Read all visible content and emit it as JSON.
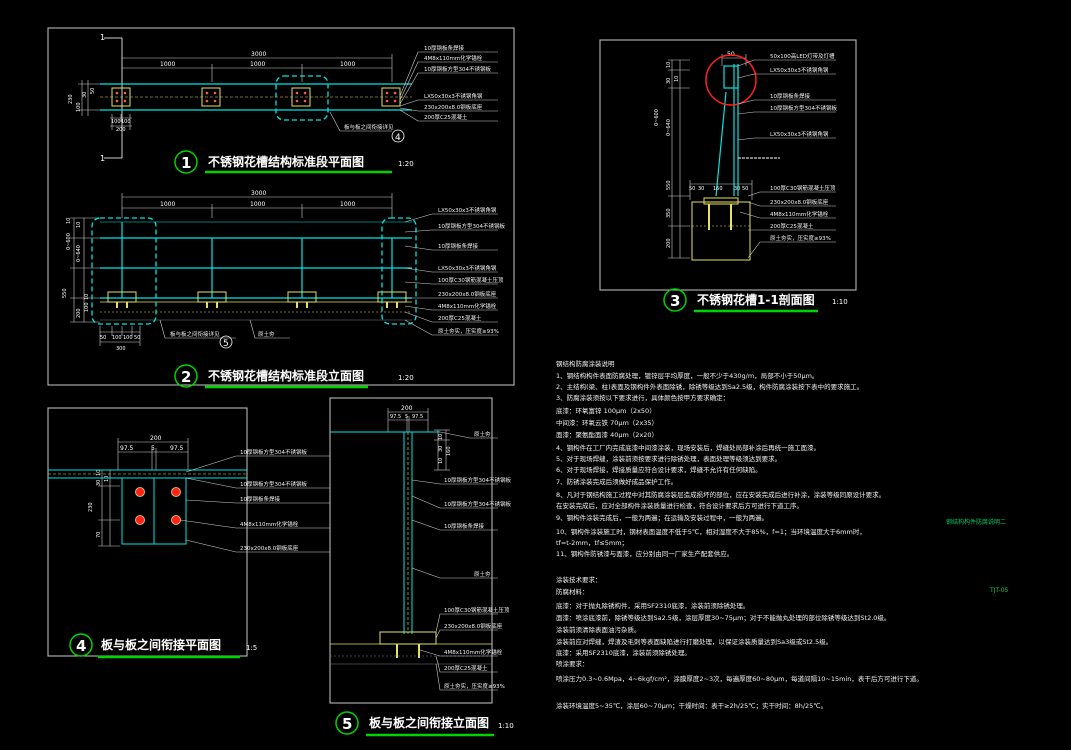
{
  "colors": {
    "background": "#000000",
    "frame": "#c8c8c8",
    "structure": "#00e5e5",
    "annotation": "#ffffff",
    "leader_text": "#f2f2f2",
    "title_bar": "#00d400",
    "highlight": "#ff2020",
    "base_plate": "#e8e060",
    "anchor": "#ff6030",
    "dimension": "#d0d0d0",
    "tag": "#00cc66"
  },
  "drawing1": {
    "number": "1",
    "title": "不锈钢花槽结构标准段平面图",
    "scale": "1:20",
    "section_mark": "1",
    "dims_top": [
      "3000",
      "1000",
      "1000",
      "1000"
    ],
    "dims_left": [
      "230",
      "100",
      "30",
      "50"
    ],
    "dims_bottom": [
      "100",
      "100",
      "200"
    ],
    "callouts": [
      "10厚钢板条焊接",
      "4M8x110mm化学锚栓",
      "10厚钢板方型304不锈钢板",
      "LX50x30x3不锈钢角钢",
      "230x200x8.0钢板底座",
      "200厚C25混凝土"
    ],
    "note": "板与板之间衔接详见",
    "detail_ref": "4"
  },
  "drawing2": {
    "number": "2",
    "title": "不锈钢花槽结构标准段立面图",
    "scale": "1:20",
    "dims_top": [
      "3000",
      "1000",
      "1000",
      "1000"
    ],
    "dims_left": [
      "0~600",
      "10",
      "0~640",
      "10",
      "550",
      "200",
      "100",
      "10"
    ],
    "dims_bottom": [
      "50",
      "100",
      "100",
      "50",
      "300"
    ],
    "callouts": [
      "LX50x30x3不锈钢角钢",
      "10厚钢板方型304不锈钢板",
      "10厚钢板条焊接",
      "LX50x30x3不锈钢角钢",
      "100厚C30钢筋混凝土压顶",
      "230x200x8.0钢板底座",
      "4M8x110mm化学锚栓",
      "200厚C25混凝土",
      "原土夯实，压实度≥93%"
    ],
    "note": "板与板之间衔接详见",
    "detail_ref": "5",
    "ground": "原土夯"
  },
  "drawing3": {
    "number": "3",
    "title": "不锈钢花槽1-1剖面图",
    "scale": "1:10",
    "dims_top": [
      "50"
    ],
    "dims_left": [
      "30",
      "10",
      "0~600",
      "0~640",
      "10",
      "550",
      "350",
      "200"
    ],
    "dims_bottom": [
      "50",
      "30",
      "160",
      "30",
      "50"
    ],
    "callouts": [
      "50x100高LED灯带及灯槽",
      "LX50x30x3不锈钢角钢",
      "10厚钢板条焊接",
      "10厚钢板方型304不锈钢板",
      "LX50x30x3不锈钢角钢",
      "100厚C30钢筋混凝土压顶",
      "230x200x8.0钢板底座",
      "4M8x110mm化学锚栓",
      "200厚C25混凝土",
      "原土夯实，压实度≥93%"
    ]
  },
  "drawing4": {
    "number": "4",
    "title": "板与板之间衔接平面图",
    "scale": "1:5",
    "dims_top": [
      "200",
      "97.5",
      "5",
      "97.5"
    ],
    "dims_left": [
      "10",
      "30",
      "10",
      "230",
      "70"
    ],
    "callouts": [
      "10厚钢板方型304不锈钢板",
      "10厚钢板方型304不锈钢板",
      "10厚钢板条焊接",
      "4M8x110mm化学锚栓",
      "230x200x8.0钢板底座"
    ]
  },
  "drawing5": {
    "number": "5",
    "title": "板与板之间衔接立面图",
    "scale": "1:10",
    "dims_top": [
      "200",
      "97.5",
      "5",
      "97.5"
    ],
    "dims_right": [
      "10",
      "30",
      "10",
      "160"
    ],
    "callouts": [
      "原土夯",
      "10厚钢板方型304不锈钢板",
      "10厚钢板方型304不锈钢板",
      "10厚钢板条焊接",
      "原土夯",
      "100厚C30钢筋混凝土压顶",
      "230x200x8.0钢板底座",
      "4M8x110mm化学锚栓",
      "200厚C25混凝土",
      "原土夯实，压实度≥93%"
    ]
  },
  "notes": {
    "heading": "钢结构防腐涂装说明",
    "lines": [
      "1、钢结构构件表面防腐处理，镀锌层平均厚度，一般不少于430g/m，局部不小于50μm。",
      "2、主结构(梁、柱)表面及钢构件外表面除锈，除锈等级达到Sa2.5级，构件防腐涂装按下表中的要求施工。",
      "3、防腐涂装须按以下要求进行，具体颜色按甲方要求确定：",
      "   底漆：环氧富锌         100μm（2x50）",
      "   中间漆：环氧云铁        70μm（2x35）",
      "   面漆：聚氨酯面漆        40μm（2x20）",
      "4、钢构件在工厂内完成底漆中间漆涂装，现场安装后，焊缝处局部补涂后再统一施工面漆。",
      "5、对于现场焊缝，涂装前须按要求进行除锈处理，表面处理等级须达到要求。",
      "6、对于现场焊接，焊接质量应符合设计要求，焊缝不允许有任何缺陷。",
      "7、防锈涂装完成后须做好成品保护工作。",
      "8、凡对于钢结构施工过程中对其防腐涂装层造成损坏的部位，应在安装完成后进行补涂，涂装等级同原设计要求。",
      "   在安装完成后，应对全部构件涂装质量进行检查，符合设计要求后方可进行下道工序。",
      "9、钢构件涂装完成后，一般为两遍；在运输及安装过程中，一般为两遍。",
      "10、钢构件涂装施工时，钢材表面温度不低于5℃，相对湿度不大于85%，f=1；当环境温度大于6mm时，",
      "    tf=t-2mm，tf≤5mm；",
      "11、钢构件防锈漆与面漆，应分别由同一厂家生产配套供应。"
    ],
    "requirements_heading": "涂装技术要求：",
    "requirements": [
      "防腐材料：",
      "底漆：对于抛丸除锈构件，采用SF2310底漆，涂装前须除锈处理。",
      "面漆：喷涂底漆前，除锈等级达到Sa2.5级，涂层厚度30~75μm；对于不能抛丸处理的部位除锈等级达到St2.0级。",
      "涂装前须清除表面油污杂质。",
      "涂装前应对焊缝，焊渣及毛刺等表面缺陷进行打磨处理，以保证涂装质量达到Sa3级或St2.5级。",
      "底漆：采用SF2310底漆，涂装前须除锈处理。",
      "喷涂要求：",
      "喷涂压力0.3~0.6Mpa，4~6kgf/cm²，涂膜厚度2~3次，每遍厚度60~80μm，每道间隔10~15min，表干后方可进行下道。",
      "涂装环境温度5~35℃，涂层60~70μm；干燥时间：表干≥2h/25℃；实干时间：8h/25℃。"
    ],
    "stamp": "钢结构构件防腐说明二",
    "stamp2": "TJT-05"
  }
}
